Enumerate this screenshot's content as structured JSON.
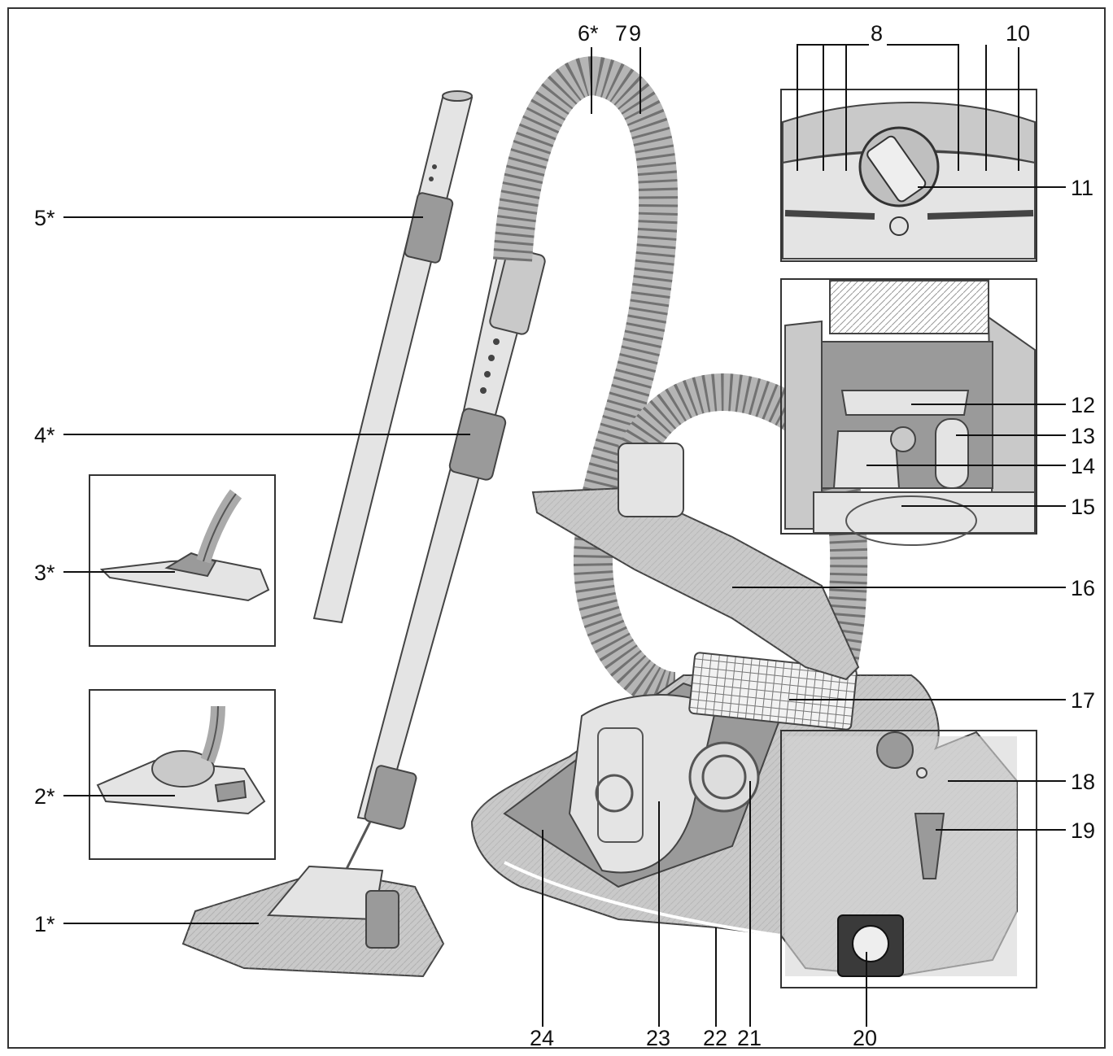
{
  "labels": {
    "l1": "1*",
    "l2": "2*",
    "l3": "3*",
    "l4": "4*",
    "l5": "5*",
    "l6": "6*",
    "l7": "7",
    "l8": "8",
    "l9": "9",
    "l10": "10",
    "l11": "11",
    "l12": "12",
    "l13": "13",
    "l14": "14",
    "l15": "15",
    "l16": "16",
    "l17": "17",
    "l18": "18",
    "l19": "19",
    "l20": "20",
    "l21": "21",
    "l22": "22",
    "l23": "23",
    "l24": "24"
  }
}
